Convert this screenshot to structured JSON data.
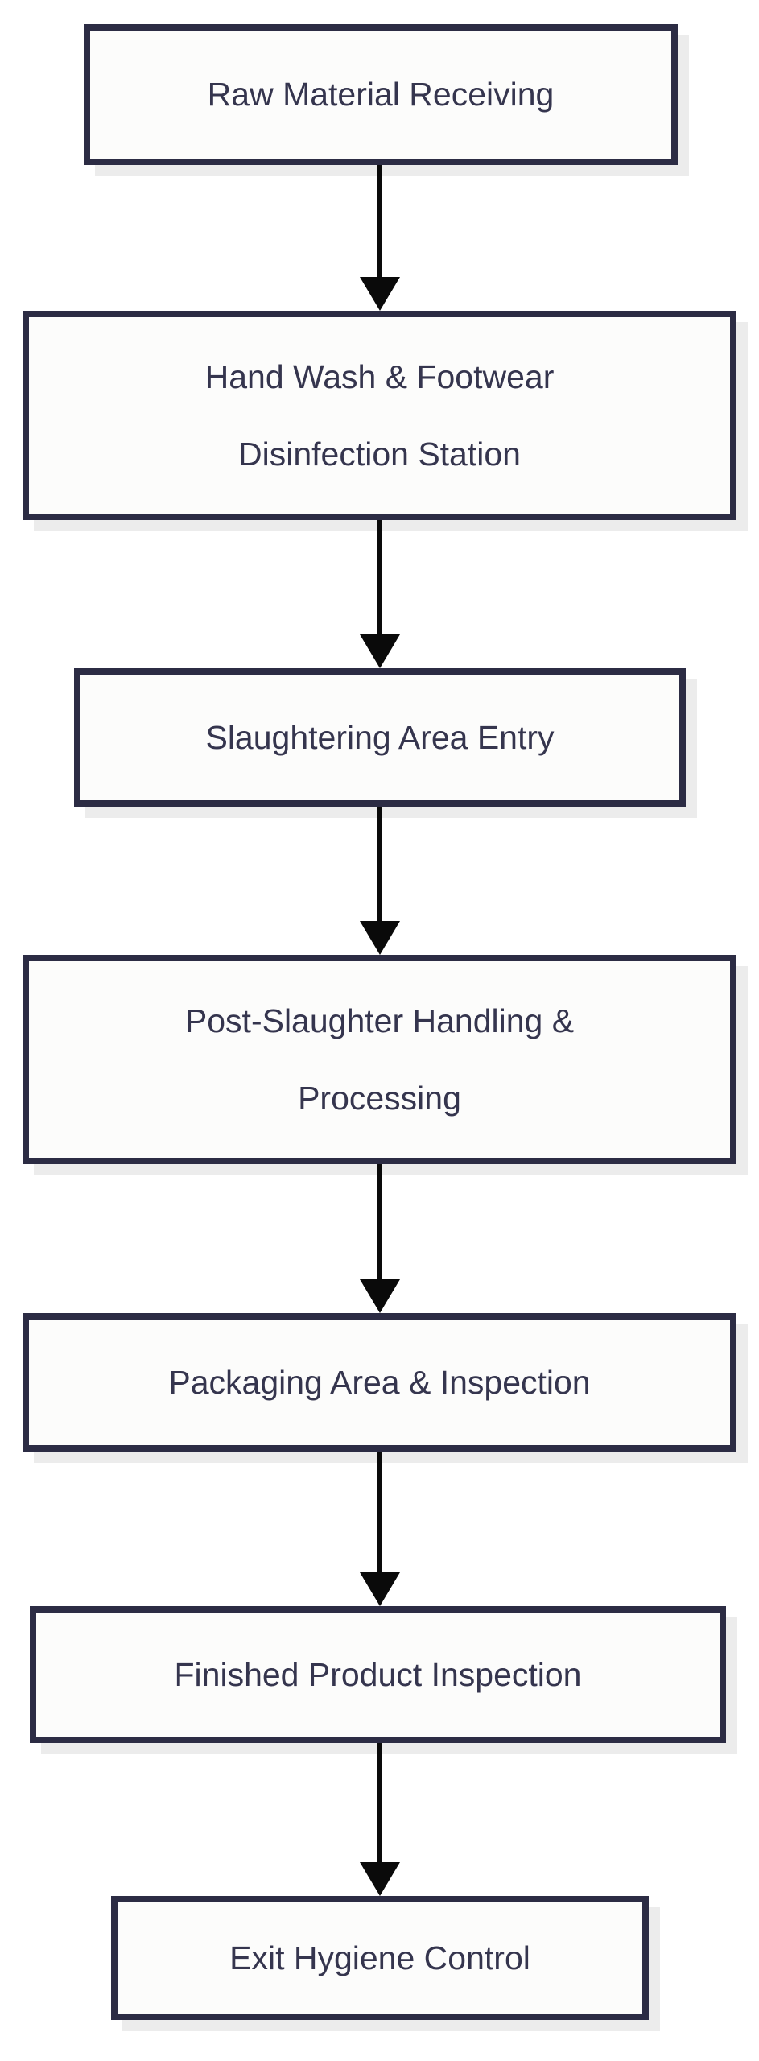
{
  "diagram": {
    "type": "flowchart",
    "direction": "top-down",
    "colors": {
      "background": "#ffffff",
      "node_fill": "#fcfcfb",
      "node_border": "#2c2c44",
      "text": "#35354e",
      "arrow": "#0a0a0a",
      "shadow": "#ececec"
    },
    "steps": [
      {
        "label": "Raw Material Receiving",
        "lines": [
          "Raw Material Receiving"
        ]
      },
      {
        "label": "Hand Wash & Footwear Disinfection Station",
        "lines": [
          "Hand Wash & Footwear",
          "Disinfection Station"
        ]
      },
      {
        "label": "Slaughtering Area Entry",
        "lines": [
          "Slaughtering Area Entry"
        ]
      },
      {
        "label": "Post-Slaughter Handling & Processing",
        "lines": [
          "Post-Slaughter Handling &",
          "Processing"
        ]
      },
      {
        "label": "Packaging Area & Inspection",
        "lines": [
          "Packaging Area & Inspection"
        ]
      },
      {
        "label": "Finished Product Inspection",
        "lines": [
          "Finished Product Inspection"
        ]
      },
      {
        "label": "Exit Hygiene Control",
        "lines": [
          "Exit Hygiene Control"
        ]
      }
    ],
    "connections": [
      {
        "from": 0,
        "to": 1
      },
      {
        "from": 1,
        "to": 2
      },
      {
        "from": 2,
        "to": 3
      },
      {
        "from": 3,
        "to": 4
      },
      {
        "from": 4,
        "to": 5
      },
      {
        "from": 5,
        "to": 6
      }
    ]
  }
}
